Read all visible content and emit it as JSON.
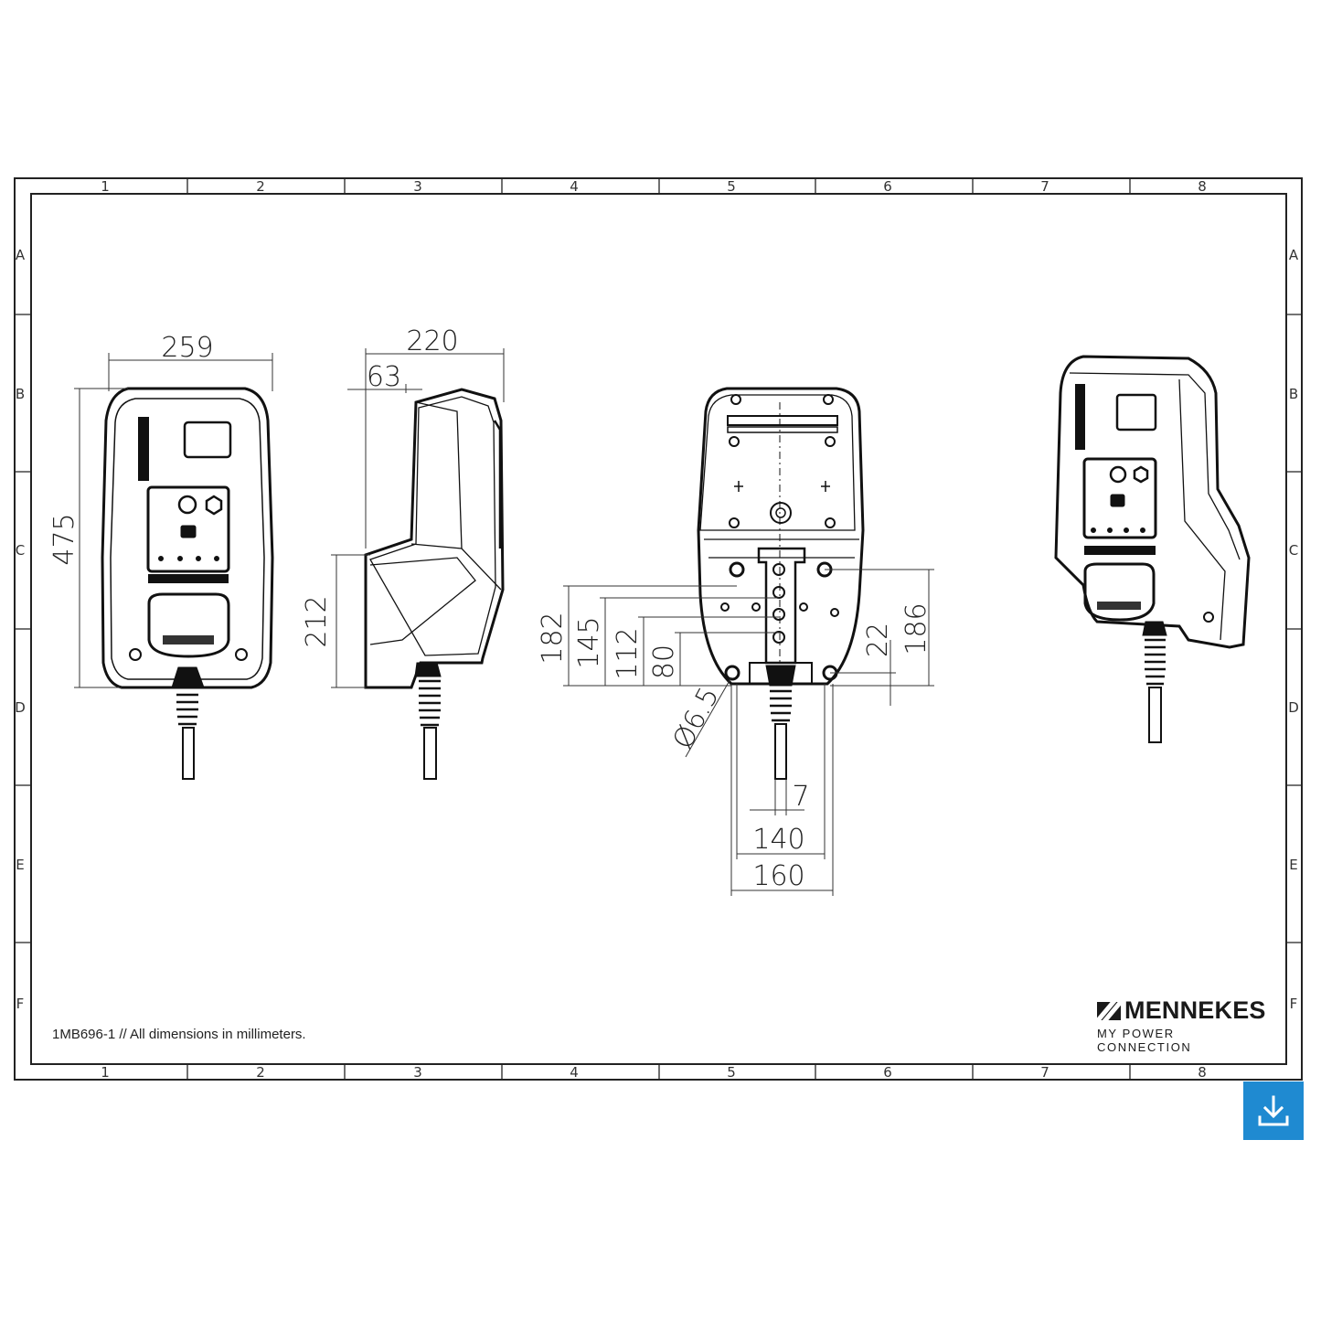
{
  "drawing": {
    "doc_note": "1MB696-1 // All dimensions in millimeters.",
    "columns": [
      "1",
      "2",
      "3",
      "4",
      "5",
      "6",
      "7",
      "8"
    ],
    "rows": [
      "A",
      "B",
      "C",
      "D",
      "E",
      "F"
    ],
    "dimensions": {
      "front_width": "259",
      "front_height": "475",
      "side_depth": "220",
      "side_offset": "63",
      "side_lower": "212",
      "rear_182": "182",
      "rear_145": "145",
      "rear_112": "112",
      "rear_80": "80",
      "rear_hole": "Ø6.5",
      "rear_22": "22",
      "rear_186": "186",
      "rear_7": "7",
      "rear_140": "140",
      "rear_160": "160"
    },
    "device_label": "MENNEKES"
  },
  "brand": {
    "name": "MENNEKES",
    "tagline": "MY POWER CONNECTION"
  },
  "download": {
    "icon": "download-icon",
    "color": "#1f8ad1"
  }
}
